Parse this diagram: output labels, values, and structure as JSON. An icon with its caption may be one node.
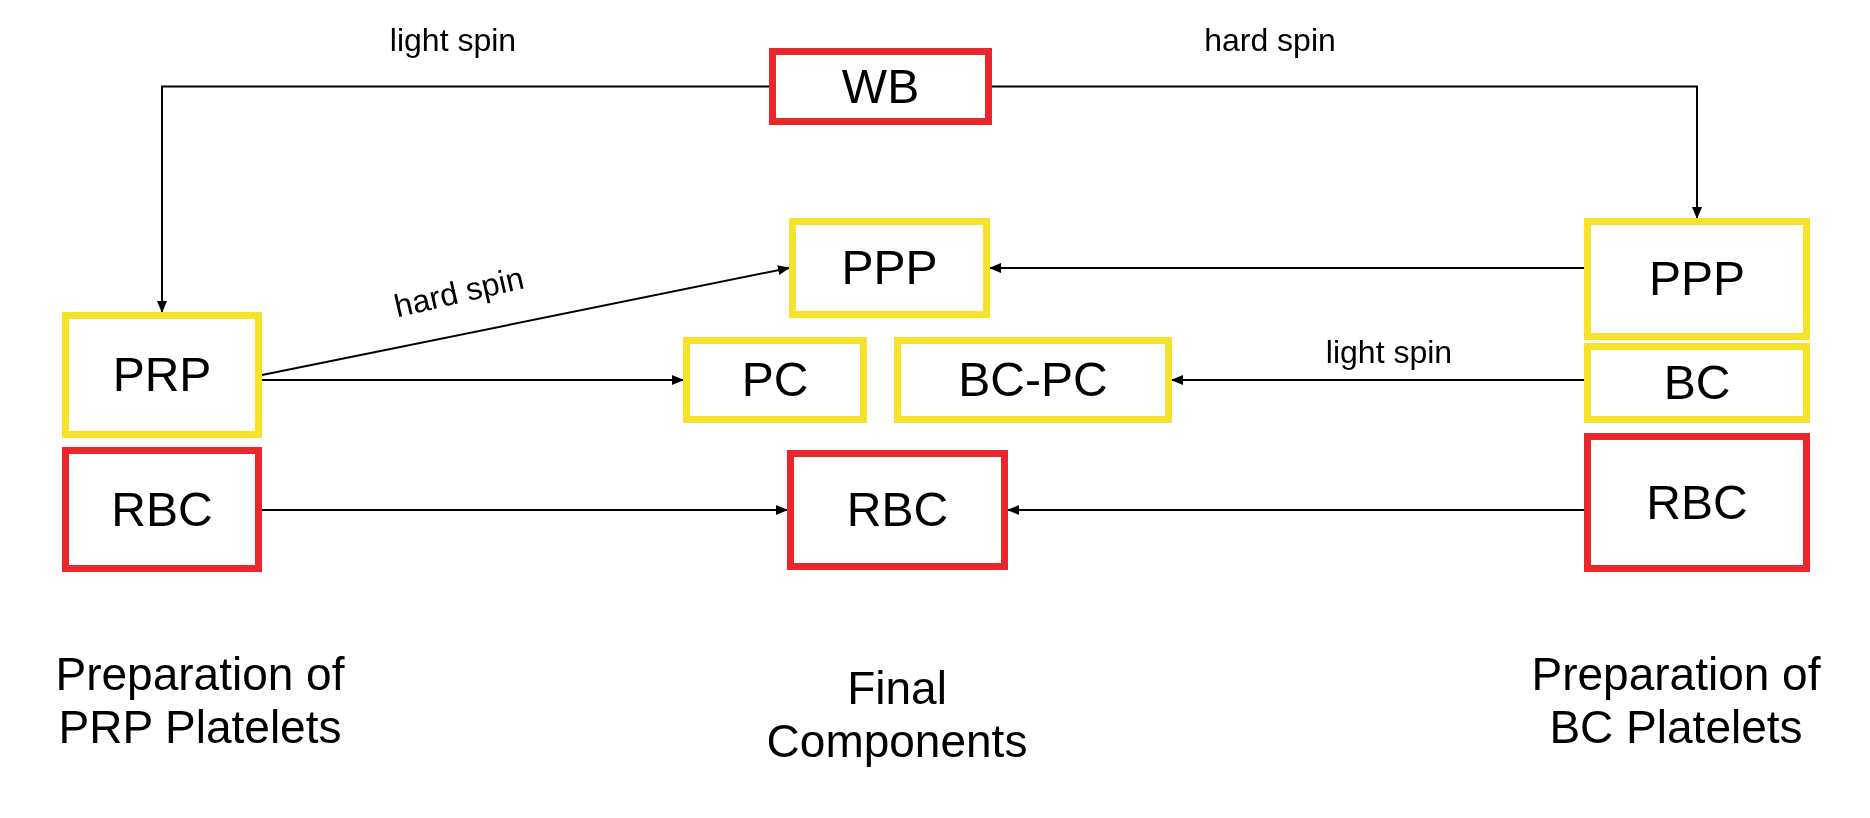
{
  "diagram": {
    "nodes": [
      {
        "text": [
          "WB"
        ]
      },
      {
        "text": [
          "PRP"
        ]
      },
      {
        "text": [
          "RBC"
        ]
      },
      {
        "text": [
          "PPP"
        ]
      },
      {
        "text": [
          "PC"
        ]
      },
      {
        "text": [
          "BC-PC"
        ]
      },
      {
        "text": [
          "RBC"
        ]
      },
      {
        "text": [
          "PPP"
        ]
      },
      {
        "text": [
          "BC"
        ]
      },
      {
        "text": [
          "RBC"
        ]
      }
    ],
    "edges": [
      {
        "from": 0,
        "to": 1,
        "arrow": "to",
        "label": "light spin"
      },
      {
        "from": 0,
        "to": 7,
        "arrow": "to",
        "label": "hard spin"
      },
      {
        "from": 1,
        "to": 3,
        "arrow": "to",
        "label": "hard spin"
      },
      {
        "from": 1,
        "to": 4,
        "arrow": "to"
      },
      {
        "from": 2,
        "to": 6,
        "arrow": "to"
      },
      {
        "from": 7,
        "to": 3,
        "arrow": "to"
      },
      {
        "from": 8,
        "to": 5,
        "arrow": "to",
        "label": "light spin"
      },
      {
        "from": 9,
        "to": 6,
        "arrow": "to"
      }
    ],
    "labels": [
      "Preparation of PRP Platelets",
      "Final Components",
      "Preparation of BC Platelets"
    ]
  }
}
